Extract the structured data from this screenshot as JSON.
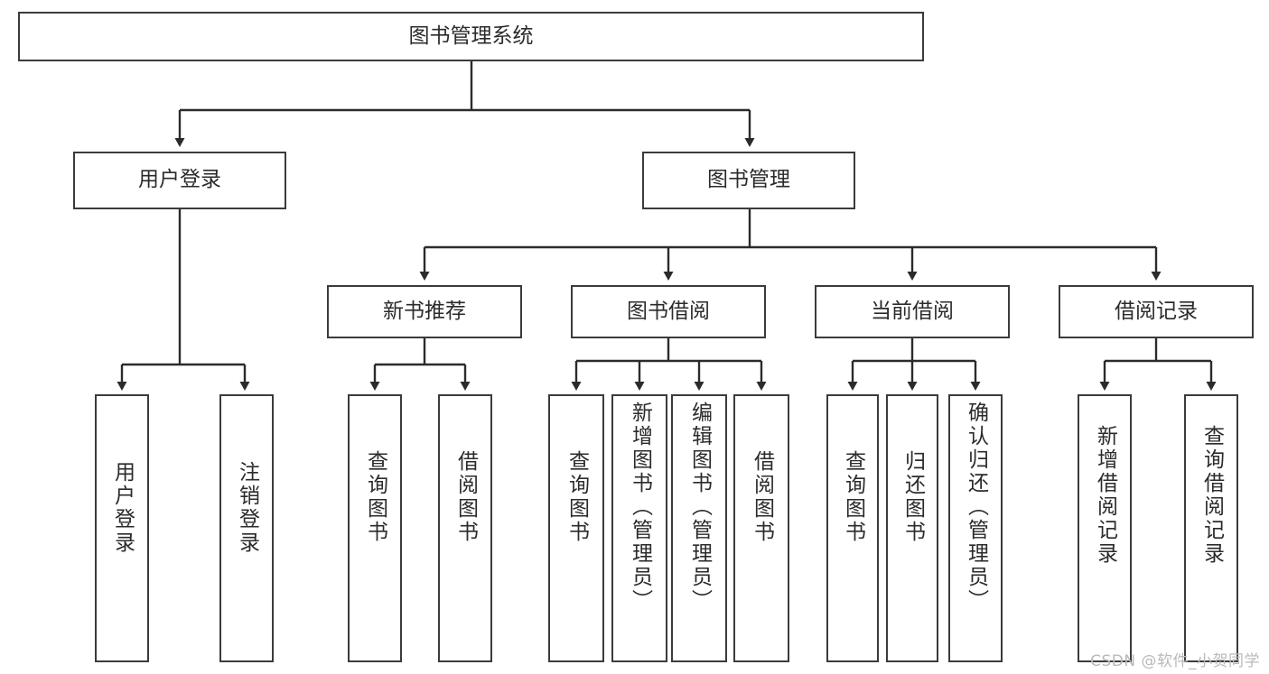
{
  "diagram": {
    "title": "图书管理系统",
    "type": "tree-hierarchy",
    "root": {
      "id": "root",
      "label": "图书管理系统"
    },
    "level2": [
      {
        "id": "user-login",
        "label": "用户登录"
      },
      {
        "id": "book-manage",
        "label": "图书管理"
      }
    ],
    "level3": [
      {
        "id": "new-book-recommend",
        "label": "新书推荐",
        "parent": "book-manage"
      },
      {
        "id": "book-borrow",
        "label": "图书借阅",
        "parent": "book-manage"
      },
      {
        "id": "current-borrow",
        "label": "当前借阅",
        "parent": "book-manage"
      },
      {
        "id": "borrow-record",
        "label": "借阅记录",
        "parent": "book-manage"
      }
    ],
    "leaves": {
      "user_login": [
        {
          "id": "leaf-user-login",
          "label": "用户登录"
        },
        {
          "id": "leaf-user-logout",
          "label": "注销登录"
        }
      ],
      "new_book_recommend": [
        {
          "id": "leaf-query-book-1",
          "label": "查询图书"
        },
        {
          "id": "leaf-borrow-book-1",
          "label": "借阅图书"
        }
      ],
      "book_borrow": [
        {
          "id": "leaf-query-book-2",
          "label": "查询图书"
        },
        {
          "id": "leaf-add-book",
          "label": "新增图书（管理员）"
        },
        {
          "id": "leaf-edit-book",
          "label": "编辑图书（管理员）"
        },
        {
          "id": "leaf-borrow-book-2",
          "label": "借阅图书"
        }
      ],
      "current_borrow": [
        {
          "id": "leaf-query-book-3",
          "label": "查询图书"
        },
        {
          "id": "leaf-return-book",
          "label": "归还图书"
        },
        {
          "id": "leaf-confirm-return",
          "label": "确认归还（管理员）"
        }
      ],
      "borrow_record": [
        {
          "id": "leaf-add-record",
          "label": "新增借阅记录"
        },
        {
          "id": "leaf-query-record",
          "label": "查询借阅记录"
        }
      ]
    },
    "colors": {
      "box_border": "#3b3b3b",
      "box_fill": "#ffffff",
      "text": "#2b2b2b",
      "connector": "#2b2b2b",
      "watermark": "#b9b9b9",
      "background": "#ffffff"
    }
  },
  "watermark": {
    "text": "CSDN @软件_小贺同学"
  }
}
